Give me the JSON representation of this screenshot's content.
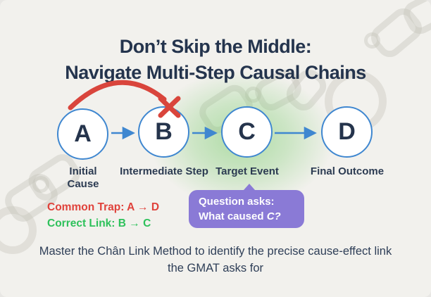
{
  "title": {
    "line1": "Don’t Skip the Middle:",
    "line2": "Navigate Multi-Step Causal Chains"
  },
  "nodes": [
    {
      "letter": "A",
      "label": "Initial Cause"
    },
    {
      "letter": "B",
      "label": "Intermediate Step"
    },
    {
      "letter": "C",
      "label": "Target Event"
    },
    {
      "letter": "D",
      "label": "Final Outcome"
    }
  ],
  "annotations": {
    "common_trap": "Common Trap: A → D",
    "correct_link": "Correct Link: B → C"
  },
  "callout": {
    "line1": "Question asks:",
    "line2_prefix": "What caused ",
    "line2_italic": "C?"
  },
  "footer": {
    "line1": "Master the Chân Link Method to identify the precise cause-effect link",
    "line2": "the GMAT asks for"
  },
  "colors": {
    "background": "#f2f1ed",
    "title_navy": "#24344d",
    "node_border_blue": "#3f87d0",
    "node_letter_navy": "#25344c",
    "arrow_blue": "#3f87d0",
    "trap_red": "#e0423b",
    "correct_green": "#2ec15b",
    "callout_purple": "#8a7ad6",
    "glow_green": "#76ca6a",
    "chain_gray": "#c4c2b8"
  }
}
